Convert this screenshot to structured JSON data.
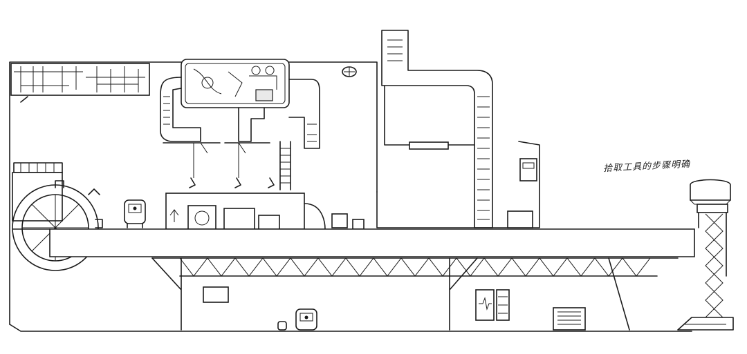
{
  "hint_text": "拾取工具的步骤明确",
  "colors": {
    "ink": "#1b1b1b",
    "paper": "#ffffff"
  },
  "icons": [
    "gear-wheel",
    "robot",
    "ladder",
    "vent-grate",
    "crane-scissor-lift",
    "monitor-heartbeat"
  ]
}
